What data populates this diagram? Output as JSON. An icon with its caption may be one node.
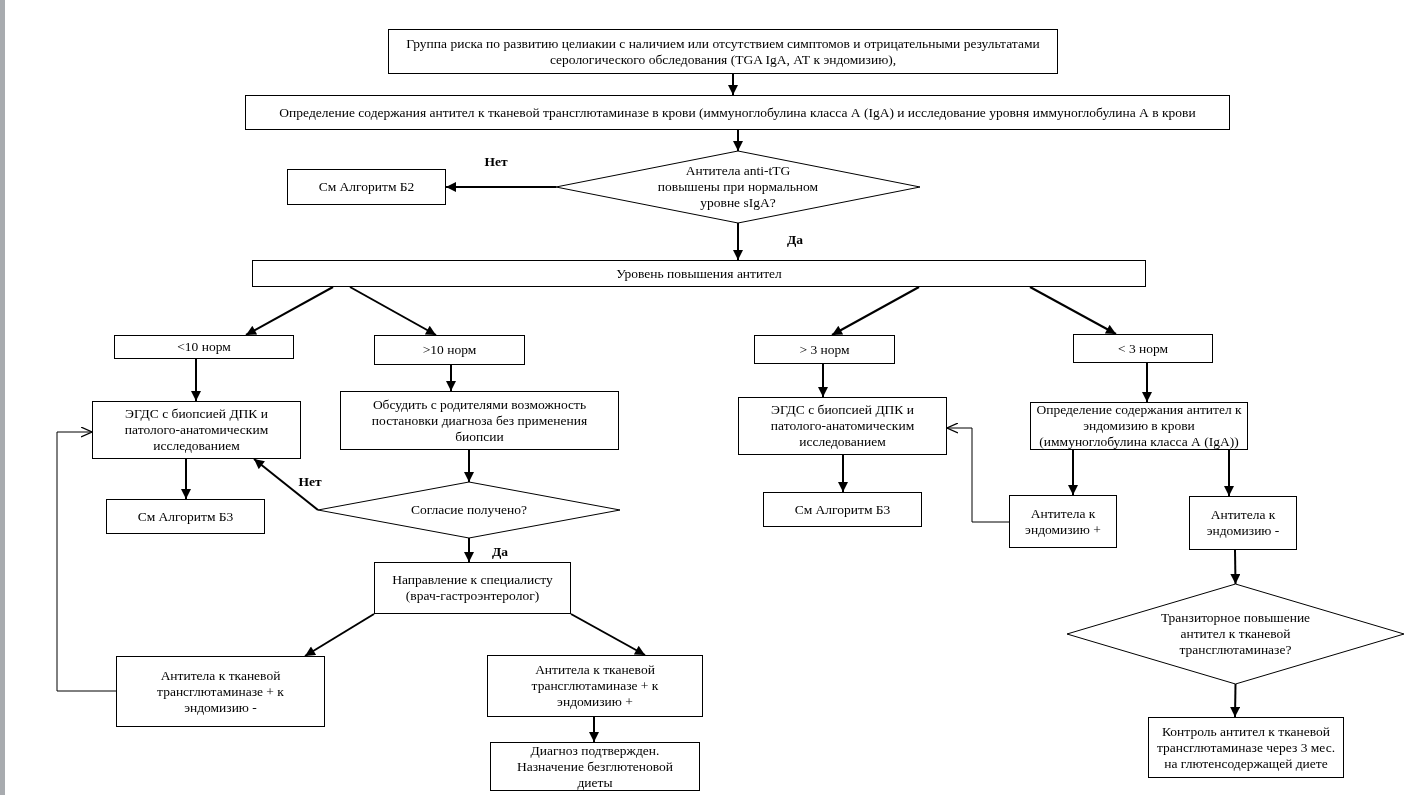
{
  "diagram": {
    "nodes": [
      {
        "text": [
          "Группа риска по развитию целиакии с наличием или отсутствием симптомов и отрицательными результатами серологического обследования (TGA IgA, АТ к эндомизию),"
        ]
      },
      {
        "text": [
          "Определение содержания антител к тканевой трансглютаминазе в крови (иммуноглобулина класса А (IgA) и исследование уровня иммуноглобулина А в крови"
        ]
      },
      {
        "text": [
          "Антитела anti-tTG повышены при нормальном уровне sIgA?"
        ]
      },
      {
        "text": [
          "См Алгоритм Б2"
        ]
      },
      {
        "text": [
          "Уровень повышения антител"
        ]
      },
      {
        "text": [
          "<10 норм"
        ]
      },
      {
        "text": [
          ">10 норм"
        ]
      },
      {
        "text": [
          "> 3 норм"
        ]
      },
      {
        "text": [
          "< 3 норм"
        ]
      },
      {
        "text": [
          "ЭГДС с биопсией ДПК и патолого-анатомическим исследованием"
        ]
      },
      {
        "text": [
          "Обсудить с родителями возможность постановки диагноза без применения биопсии"
        ]
      },
      {
        "text": [
          "ЭГДС с биопсией ДПК и патолого-анатомическим исследованием"
        ]
      },
      {
        "text": [
          "Определение содержания антител к эндомизию в крови (иммуноглобулина класса А (IgA))"
        ]
      },
      {
        "text": [
          "См Алгоритм Б3"
        ]
      },
      {
        "text": [
          "Согласие получено?"
        ]
      },
      {
        "text": [
          "См Алгоритм Б3"
        ]
      },
      {
        "text": [
          "Антитела к эндомизию +"
        ]
      },
      {
        "text": [
          "Антитела к эндомизию -"
        ]
      },
      {
        "text": [
          "Направление к специалисту (врач-гастроэнтеролог)"
        ]
      },
      {
        "text": [
          "Транзиторное повышение антител к тканевой трансглютаминазе?"
        ]
      },
      {
        "text": [
          "Антитела к тканевой трансглютаминазе + к эндомизию -"
        ]
      },
      {
        "text": [
          "Антитела к тканевой трансглютаминазе + к эндомизию +"
        ]
      },
      {
        "text": [
          "Контроль антител к тканевой трансглютаминазе через 3 мес. на глютенсодержащей диете"
        ]
      },
      {
        "text": [
          "Диагноз подтвержден. Назначение безглютеновой диеты"
        ]
      }
    ],
    "edges": [
      {
        "from": 0,
        "to": 1,
        "arrow": "to"
      },
      {
        "from": 1,
        "to": 2,
        "arrow": "to"
      },
      {
        "from": 2,
        "to": 3,
        "arrow": "to",
        "label": "Нет"
      },
      {
        "from": 2,
        "to": 4,
        "arrow": "to",
        "label": "Да"
      },
      {
        "from": 4,
        "to": 5,
        "arrow": "to"
      },
      {
        "from": 4,
        "to": 6,
        "arrow": "to"
      },
      {
        "from": 4,
        "to": 7,
        "arrow": "to"
      },
      {
        "from": 4,
        "to": 8,
        "arrow": "to"
      },
      {
        "from": 5,
        "to": 9,
        "arrow": "to"
      },
      {
        "from": 6,
        "to": 10,
        "arrow": "to"
      },
      {
        "from": 7,
        "to": 11,
        "arrow": "to"
      },
      {
        "from": 8,
        "to": 12,
        "arrow": "to"
      },
      {
        "from": 9,
        "to": 13,
        "arrow": "to"
      },
      {
        "from": 10,
        "to": 14,
        "arrow": "to"
      },
      {
        "from": 14,
        "to": 9,
        "arrow": "to",
        "label": "Нет"
      },
      {
        "from": 11,
        "to": 15,
        "arrow": "to"
      },
      {
        "from": 12,
        "to": 16,
        "arrow": "to"
      },
      {
        "from": 12,
        "to": 17,
        "arrow": "to"
      },
      {
        "from": 16,
        "to": 11,
        "arrow": "to"
      },
      {
        "from": 14,
        "to": 18,
        "arrow": "to",
        "label": "Да"
      },
      {
        "from": 17,
        "to": 19,
        "arrow": "to"
      },
      {
        "from": 18,
        "to": 20,
        "arrow": "to"
      },
      {
        "from": 18,
        "to": 21,
        "arrow": "to"
      },
      {
        "from": 19,
        "to": 22,
        "arrow": "to"
      },
      {
        "from": 21,
        "to": 23,
        "arrow": "to"
      },
      {
        "from": 20,
        "to": 9,
        "arrow": "to"
      }
    ]
  }
}
